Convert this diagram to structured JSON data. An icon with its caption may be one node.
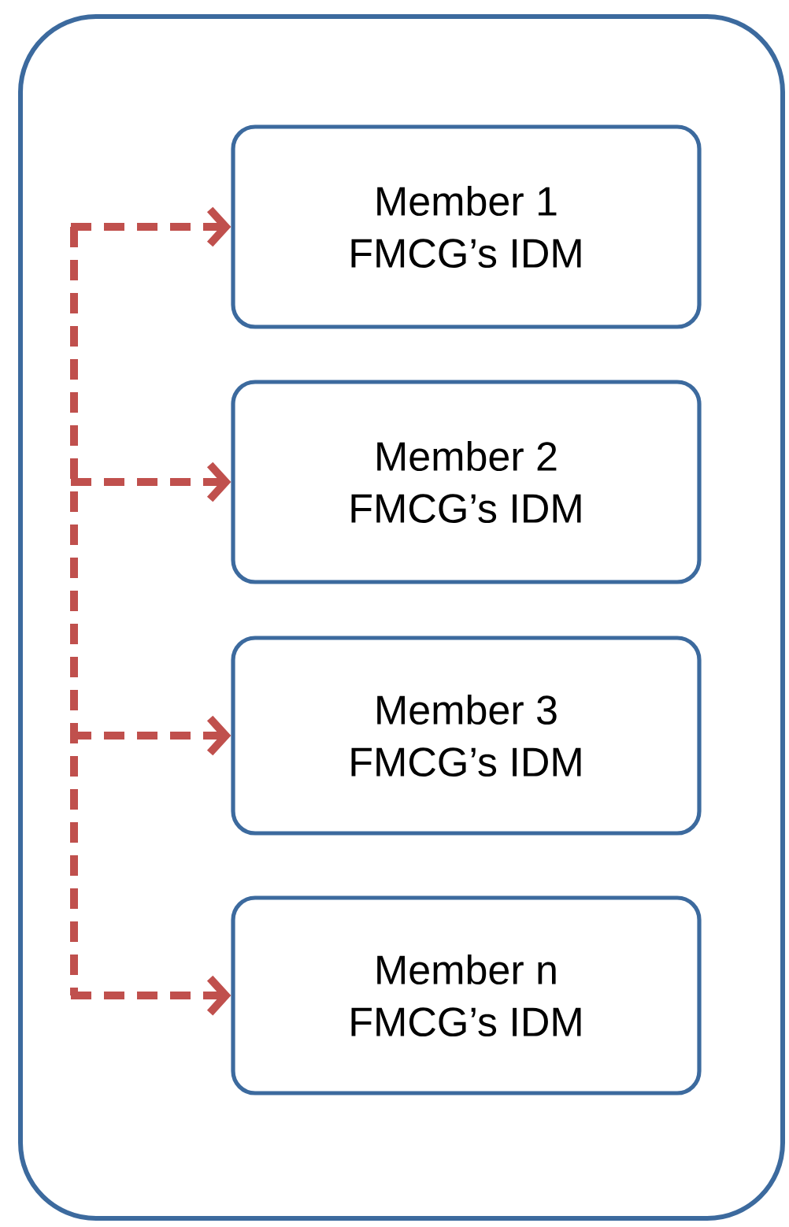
{
  "diagram": {
    "nodes": [
      {
        "text": [],
        "shape": "box"
      },
      {
        "text": [
          "Member 1",
          "FMCG’s IDM"
        ],
        "in": 0
      },
      {
        "text": [
          "Member 2",
          "FMCG’s IDM"
        ],
        "in": 0
      },
      {
        "text": [
          "Member 3",
          "FMCG’s IDM"
        ],
        "in": 0
      },
      {
        "text": [
          "Member n",
          "FMCG’s IDM"
        ],
        "in": 0
      }
    ],
    "edges": [
      {
        "from": null,
        "to": 1,
        "arrow": "to",
        "style": "dashed",
        "color": "#c0504d"
      },
      {
        "from": null,
        "to": 2,
        "arrow": "to",
        "style": "dashed",
        "color": "#c0504d"
      },
      {
        "from": null,
        "to": 3,
        "arrow": "to",
        "style": "dashed",
        "color": "#c0504d"
      },
      {
        "from": null,
        "to": 4,
        "arrow": "to",
        "style": "dashed",
        "color": "#c0504d"
      }
    ]
  }
}
